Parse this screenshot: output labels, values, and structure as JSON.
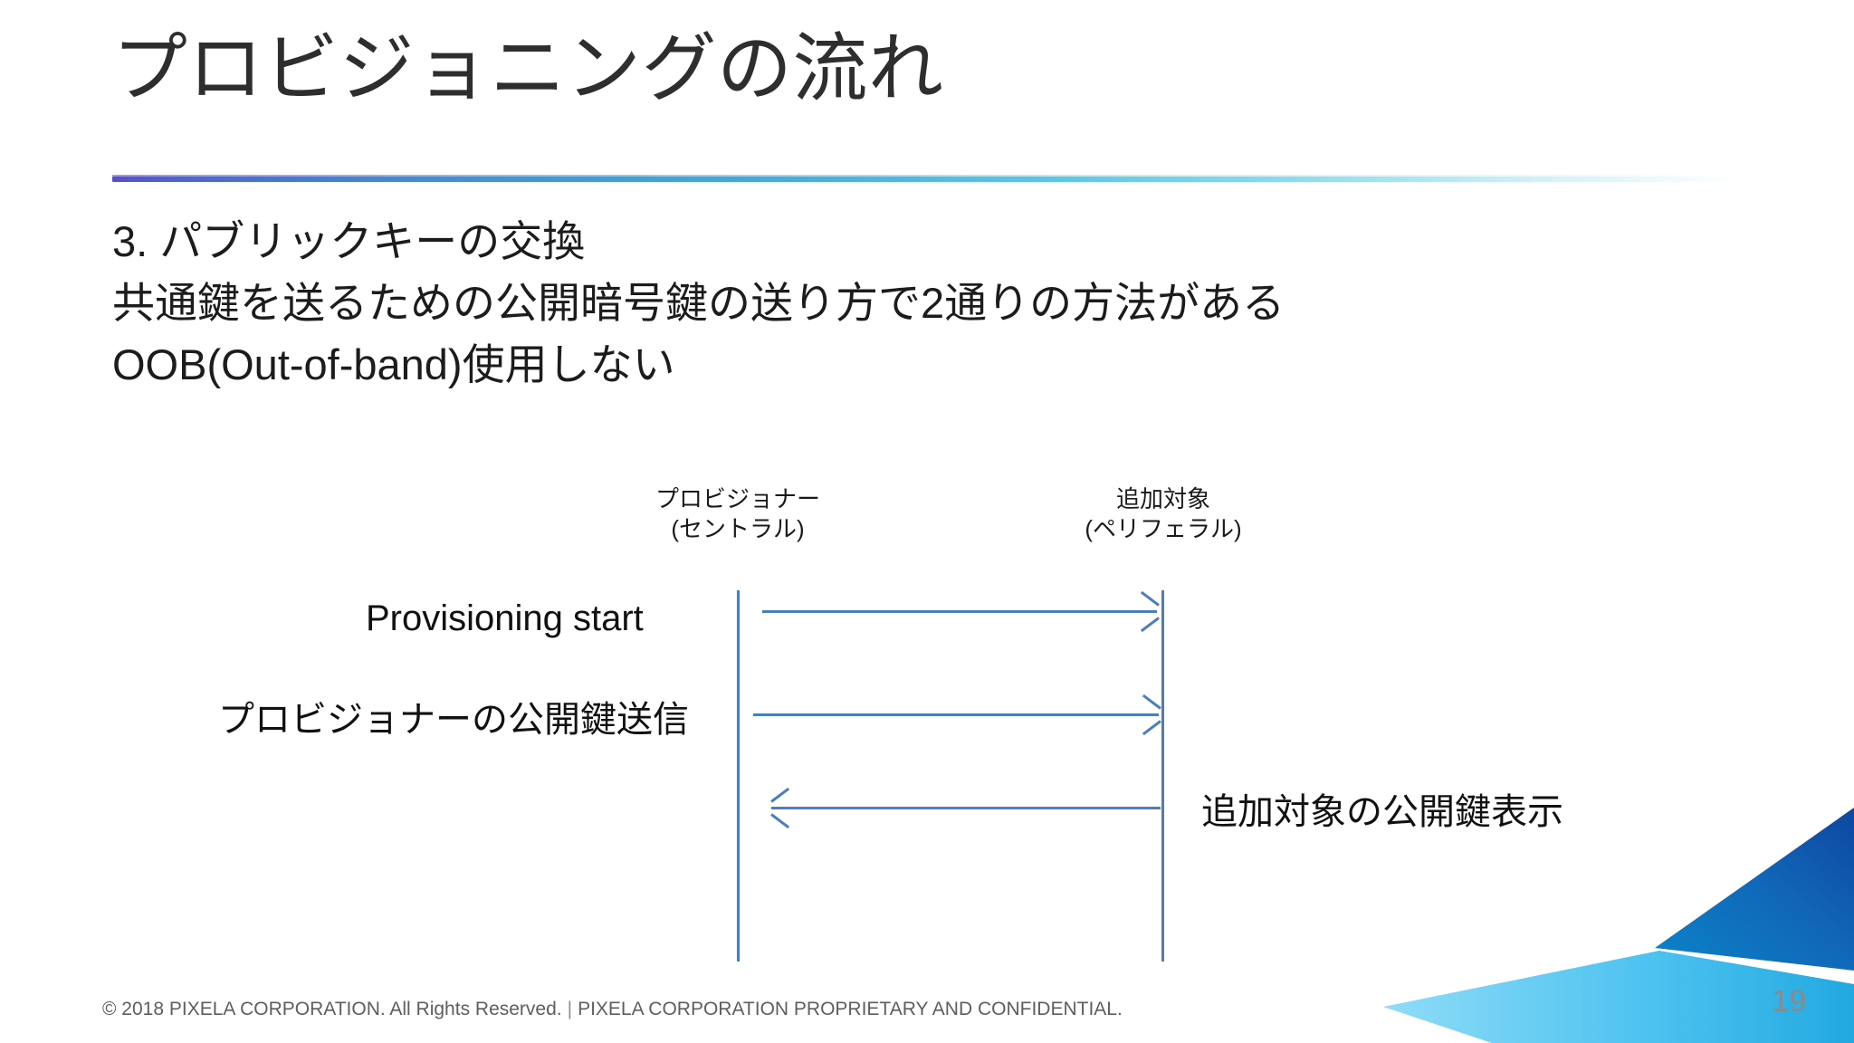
{
  "slide": {
    "title": "プロビジョニングの流れ",
    "page_number": "19",
    "accent_colors": {
      "rule_start": "#5a4fc4",
      "rule_end": "#9fe0ee",
      "diagram_blue": "#4a7ebc",
      "corner_dark_blue": "#1159a8",
      "corner_mid_blue": "#0d7fc4",
      "corner_light_blue": "#57c7f0",
      "title_text": "#2e2e2e",
      "footer_text": "#5e5e5e",
      "page_number_text": "#8a8a8a"
    },
    "body_lines": [
      "3. パブリックキーの交換",
      "共通鍵を送るための公開暗号鍵の送り方で2通りの方法がある",
      "OOB(Out-of-band)使用しない"
    ]
  },
  "diagram": {
    "type": "sequence",
    "lifelines": [
      {
        "id": "provisioner",
        "name_line1": "プロビジョナー",
        "name_line2": "(セントラル)"
      },
      {
        "id": "target",
        "name_line1": "追加対象",
        "name_line2": "(ペリフェラル)"
      }
    ],
    "messages": [
      {
        "label": "Provisioning start",
        "from": "provisioner",
        "to": "target",
        "direction": "right"
      },
      {
        "label": "プロビジョナーの公開鍵送信",
        "from": "provisioner",
        "to": "target",
        "direction": "right"
      },
      {
        "label": "追加対象の公開鍵表示",
        "from": "target",
        "to": "provisioner",
        "direction": "left"
      }
    ]
  },
  "footer": {
    "copyright": "© 2018 PIXELA CORPORATION. All Rights Reserved.",
    "separator": "|",
    "confidentiality": "PIXELA CORPORATION PROPRIETARY AND CONFIDENTIAL."
  }
}
